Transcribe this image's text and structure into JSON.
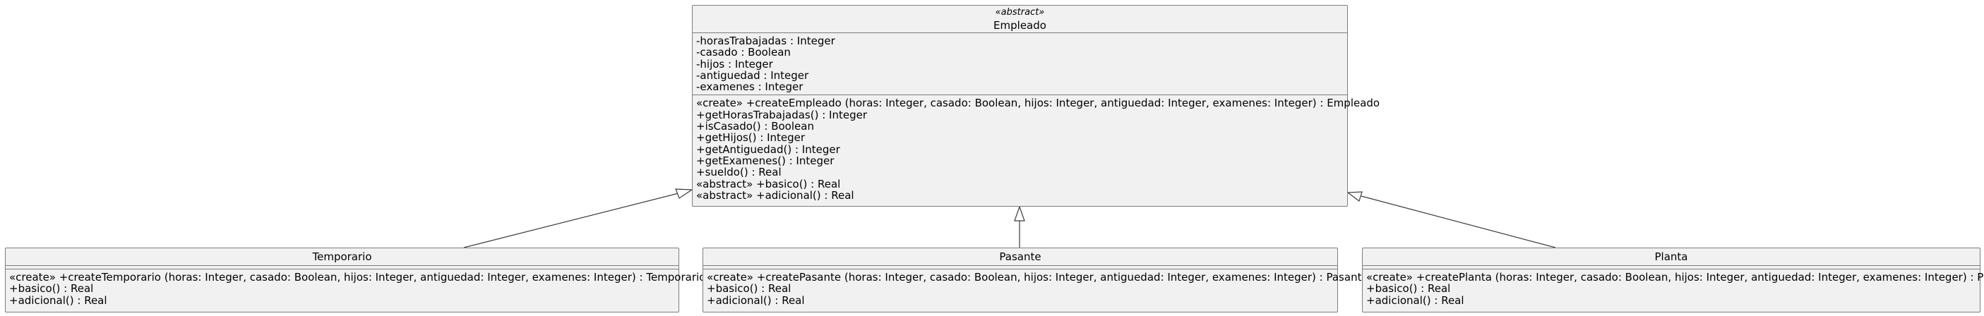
{
  "diagram": {
    "abstract_class": {
      "stereotype": "«abstract»",
      "name": "Empleado",
      "attributes": [
        "-horasTrabajadas : Integer",
        "-casado : Boolean",
        "-hijos : Integer",
        "-antiguedad : Integer",
        "-examenes : Integer"
      ],
      "methods": [
        "«create» +createEmpleado (horas: Integer, casado: Boolean, hijos: Integer, antiguedad: Integer, examenes: Integer) : Empleado",
        "+getHorasTrabajadas() : Integer",
        "+isCasado() : Boolean",
        "+getHijos() : Integer",
        "+getAntiguedad() : Integer",
        "+getExamenes() : Integer",
        "+sueldo() : Real",
        "«abstract» +basico() : Real",
        "«abstract» +adicional() : Real"
      ]
    },
    "subclasses": [
      {
        "name": "Temporario",
        "methods": [
          "«create» +createTemporario (horas: Integer, casado: Boolean, hijos: Integer, antiguedad: Integer, examenes: Integer) : Temporario",
          "+basico() : Real",
          "+adicional() : Real"
        ]
      },
      {
        "name": "Pasante",
        "methods": [
          "«create» +createPasante (horas: Integer, casado: Boolean, hijos: Integer, antiguedad: Integer, examenes: Integer) : Pasante",
          "+basico() : Real",
          "+adicional() : Real"
        ]
      },
      {
        "name": "Planta",
        "methods": [
          "«create» +createPlanta (horas: Integer, casado: Boolean, hijos: Integer, antiguedad: Integer, examenes: Integer) : Planta",
          "+basico() : Real",
          "+adicional() : Real"
        ]
      }
    ],
    "colors": {
      "box_fill": "#f1f1f1",
      "box_border": "#7d7d7d",
      "edge": "#3c3c3c"
    }
  }
}
